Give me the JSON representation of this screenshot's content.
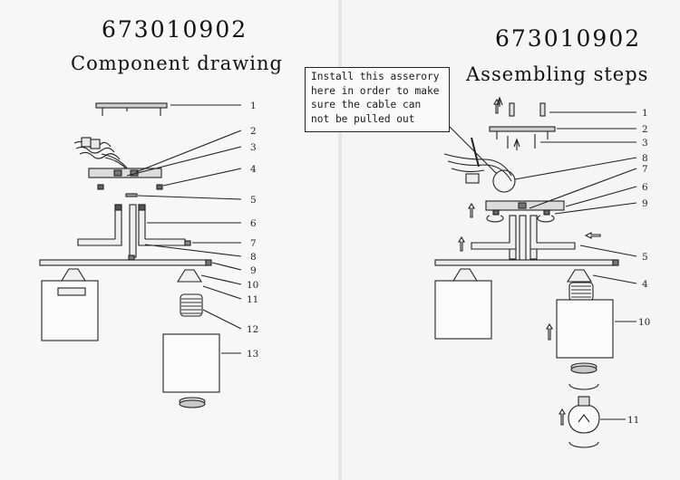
{
  "left_page": {
    "model": "673010902",
    "title": "Component drawing",
    "callouts": [
      "1",
      "2",
      "3",
      "4",
      "5",
      "6",
      "7",
      "8",
      "9",
      "10",
      "11",
      "12",
      "13"
    ]
  },
  "right_page": {
    "model": "673010902",
    "title": "Assembling steps",
    "note": "Install this asserory\nhere in order to make\nsure the cable can\nnot be pulled out",
    "callouts": [
      "1",
      "2",
      "3",
      "8",
      "7",
      "6",
      "9",
      "5",
      "4",
      "10",
      "11"
    ]
  }
}
